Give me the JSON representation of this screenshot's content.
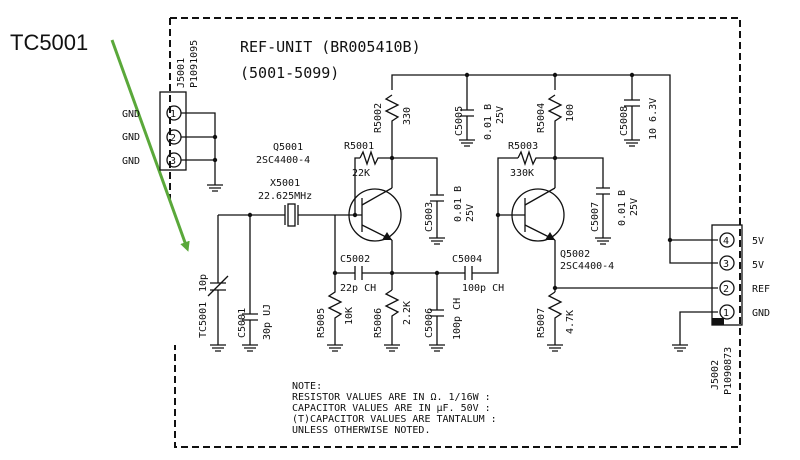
{
  "callout": {
    "label": "TC5001",
    "arrow_color": "#5aa83a"
  },
  "title": {
    "line1": "REF-UNIT (BR005410B)",
    "line2": "(5001-5099)"
  },
  "connectors": {
    "j5001": {
      "ref": "J5001",
      "part": "P1091095",
      "pins": [
        "GND",
        "GND",
        "GND"
      ],
      "numbers": [
        "1",
        "2",
        "3"
      ]
    },
    "j5002": {
      "ref": "J5002",
      "part": "P1090873",
      "pins": [
        "5V",
        "5V",
        "REF",
        "GND"
      ],
      "numbers": [
        "4",
        "3",
        "2",
        "1"
      ]
    }
  },
  "components": {
    "r5001": {
      "ref": "R5001",
      "value": "22K"
    },
    "r5002": {
      "ref": "R5002",
      "value": "330"
    },
    "r5003": {
      "ref": "R5003",
      "value": "330K"
    },
    "r5004": {
      "ref": "R5004",
      "value": "100"
    },
    "r5005": {
      "ref": "R5005",
      "value": "10K"
    },
    "r5006": {
      "ref": "R5006",
      "value": "2.2K"
    },
    "r5007": {
      "ref": "R5007",
      "value": "4.7K"
    },
    "c5001": {
      "ref": "C5001",
      "value": "30p UJ"
    },
    "c5002": {
      "ref": "C5002",
      "value": "22p CH"
    },
    "c5003": {
      "ref": "C5003",
      "value": "0.01 B",
      "rating": "25V"
    },
    "c5004": {
      "ref": "C5004",
      "value": "100p CH"
    },
    "c5005": {
      "ref": "C5005",
      "value": "0.01 B",
      "rating": "25V"
    },
    "c5006": {
      "ref": "C5006",
      "value": "100p CH"
    },
    "c5007": {
      "ref": "C5007",
      "value": "0.01 B",
      "rating": "25V"
    },
    "c5008": {
      "ref": "C5008",
      "value": "10 6.3V"
    },
    "tc5001": {
      "ref": "TC5001",
      "value": "10p"
    },
    "q5001": {
      "ref": "Q5001",
      "value": "2SC4400-4"
    },
    "q5002": {
      "ref": "Q5002",
      "value": "2SC4400-4"
    },
    "x5001": {
      "ref": "X5001",
      "value": "22.625MHz"
    }
  },
  "note": {
    "heading": "NOTE:",
    "lines": [
      "RESISTOR VALUES ARE IN Ω. 1/16W :",
      "CAPACITOR VALUES ARE IN μF. 50V :",
      "(T)CAPACITOR VALUES ARE TANTALUM :",
      "UNLESS OTHERWISE NOTED."
    ]
  }
}
